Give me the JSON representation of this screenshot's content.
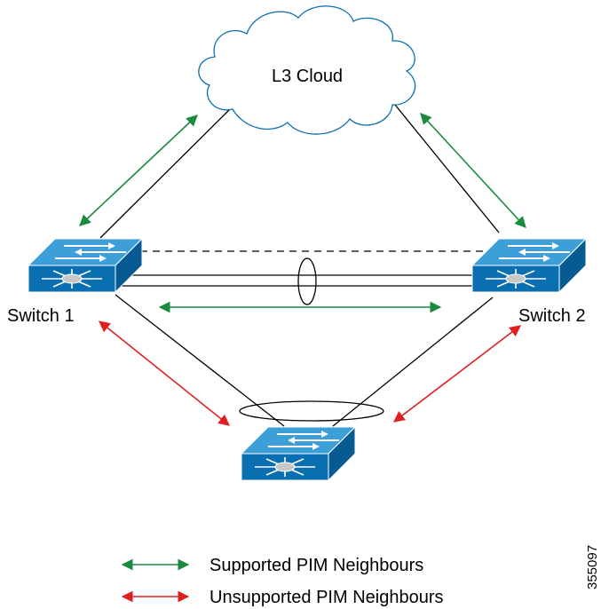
{
  "diagram": {
    "cloud_label": "L3 Cloud",
    "switch1_label": "Switch 1",
    "switch2_label": "Switch 2",
    "figure_id": "355097"
  },
  "legend": {
    "supported_label": "Supported PIM Neighbours",
    "unsupported_label": "Unsupported PIM Neighbours"
  },
  "colors": {
    "supported": "#1a8a3e",
    "unsupported": "#e02020",
    "switch_face": "#0a6fb0",
    "switch_top": "#3c9fd8",
    "switch_side": "#065a92",
    "line": "#000000"
  },
  "icons": {
    "cloud": "cloud-icon",
    "switch": "network-switch-icon"
  }
}
